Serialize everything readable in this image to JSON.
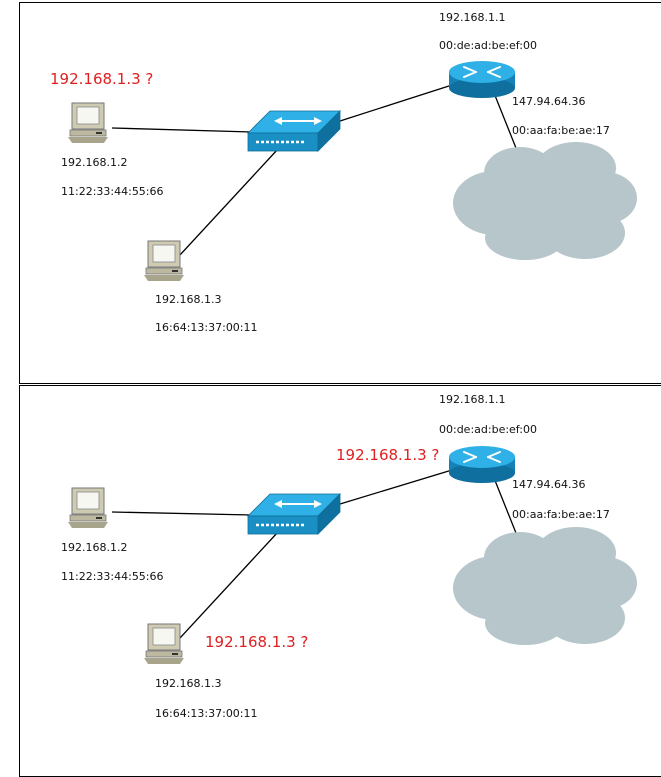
{
  "panels": [
    {
      "host1": {
        "ip": "192.168.1.2",
        "mac": "11:22:33:44:55:66"
      },
      "host2": {
        "ip": "192.168.1.3",
        "mac": "16:64:13:37:00:11"
      },
      "router": {
        "lan_ip": "192.168.1.1",
        "lan_mac": "00:de:ad:be:ef:00",
        "wan_ip": "147.94.64.36",
        "wan_mac": "00:aa:fa:be:ae:17"
      },
      "queries": [
        "192.168.1.3 ?"
      ]
    },
    {
      "host1": {
        "ip": "192.168.1.2",
        "mac": "11:22:33:44:55:66"
      },
      "host2": {
        "ip": "192.168.1.3",
        "mac": "16:64:13:37:00:11"
      },
      "router": {
        "lan_ip": "192.168.1.1",
        "lan_mac": "00:de:ad:be:ef:00",
        "wan_ip": "147.94.64.36",
        "wan_mac": "00:aa:fa:be:ae:17"
      },
      "queries": [
        "192.168.1.3 ?",
        "192.168.1.3 ?"
      ]
    }
  ],
  "colors": {
    "query_text": "#e02020",
    "device_blue": "#1a9fd6",
    "cloud_gray": "#b6c6ca",
    "computer_beige": "#cfcab2"
  },
  "icons": [
    "computer-icon",
    "switch-icon",
    "router-icon",
    "cloud-icon"
  ]
}
